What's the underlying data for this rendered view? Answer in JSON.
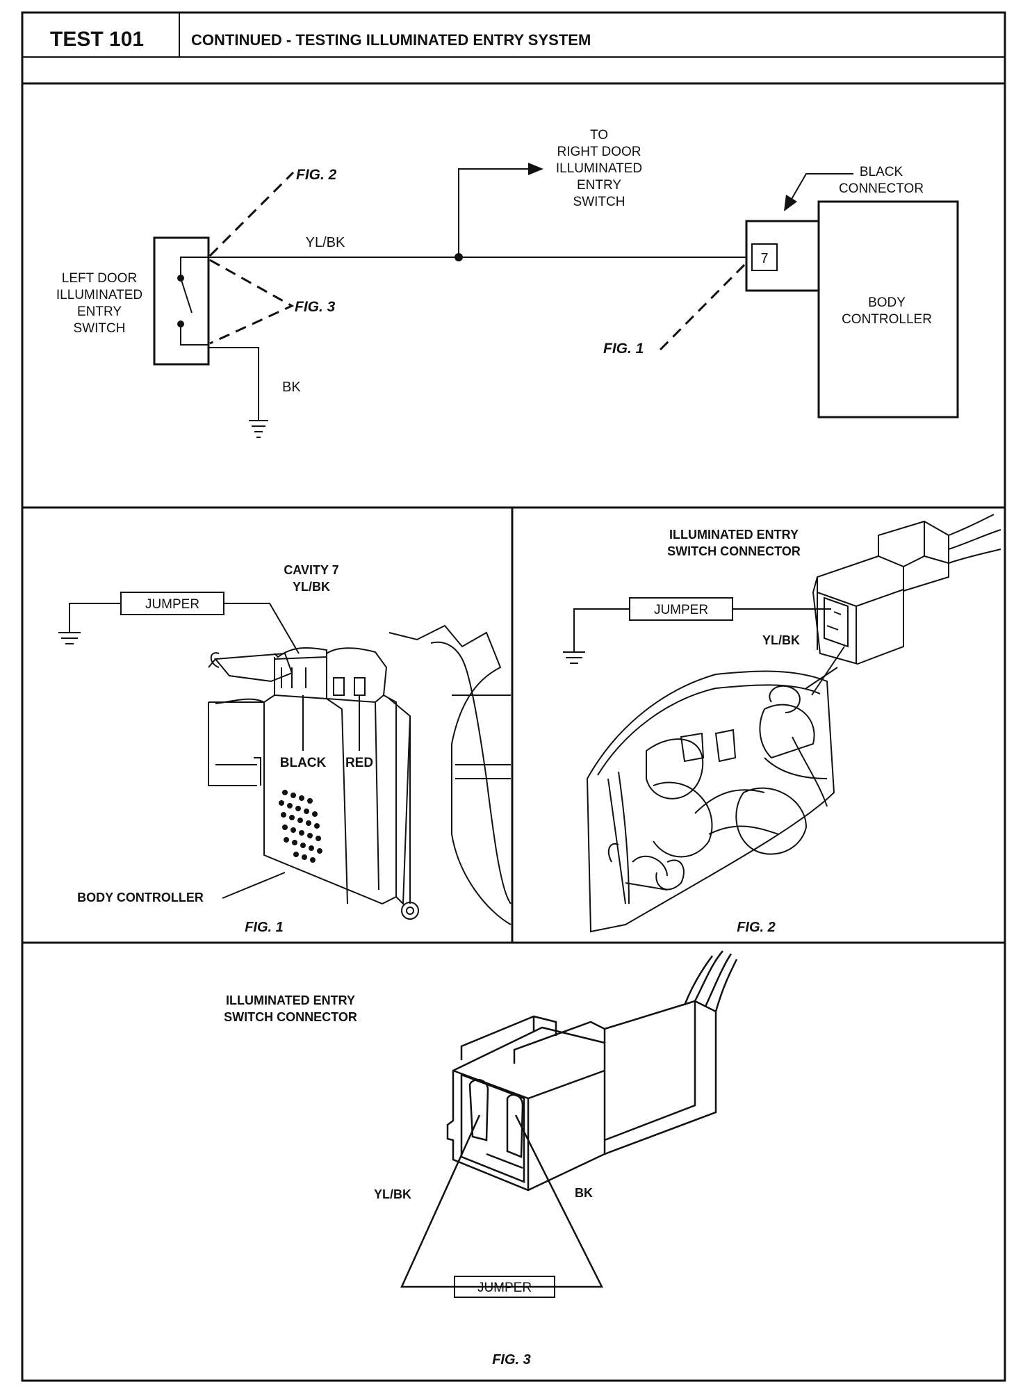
{
  "header": {
    "test_id": "TEST 101",
    "title": "CONTINUED - TESTING ILLUMINATED ENTRY SYSTEM"
  },
  "schematic": {
    "fig2_label": "FIG. 2",
    "fig3_label": "FIG. 3",
    "fig1_label": "FIG. 1",
    "wire_yl_bk": "YL/BK",
    "wire_bk": "BK",
    "left_switch": [
      "LEFT DOOR",
      "ILLUMINATED",
      "ENTRY",
      "SWITCH"
    ],
    "right_switch": [
      "TO",
      "RIGHT DOOR",
      "ILLUMINATED",
      "ENTRY",
      "SWITCH"
    ],
    "black_connector": [
      "BLACK",
      "CONNECTOR"
    ],
    "pin": "7",
    "body_controller": [
      "BODY",
      "CONTROLLER"
    ]
  },
  "fig1": {
    "cavity": [
      "CAVITY 7",
      "YL/BK"
    ],
    "jumper": "JUMPER",
    "black": "BLACK",
    "red": "RED",
    "body_controller": "BODY CONTROLLER",
    "caption": "FIG. 1"
  },
  "fig2": {
    "connector_title": [
      "ILLUMINATED ENTRY",
      "SWITCH CONNECTOR"
    ],
    "jumper": "JUMPER",
    "wire": "YL/BK",
    "caption": "FIG. 2"
  },
  "fig3": {
    "connector_title": [
      "ILLUMINATED ENTRY",
      "SWITCH CONNECTOR"
    ],
    "wire_left": "YL/BK",
    "wire_right": "BK",
    "jumper": "JUMPER",
    "caption": "FIG. 3"
  }
}
